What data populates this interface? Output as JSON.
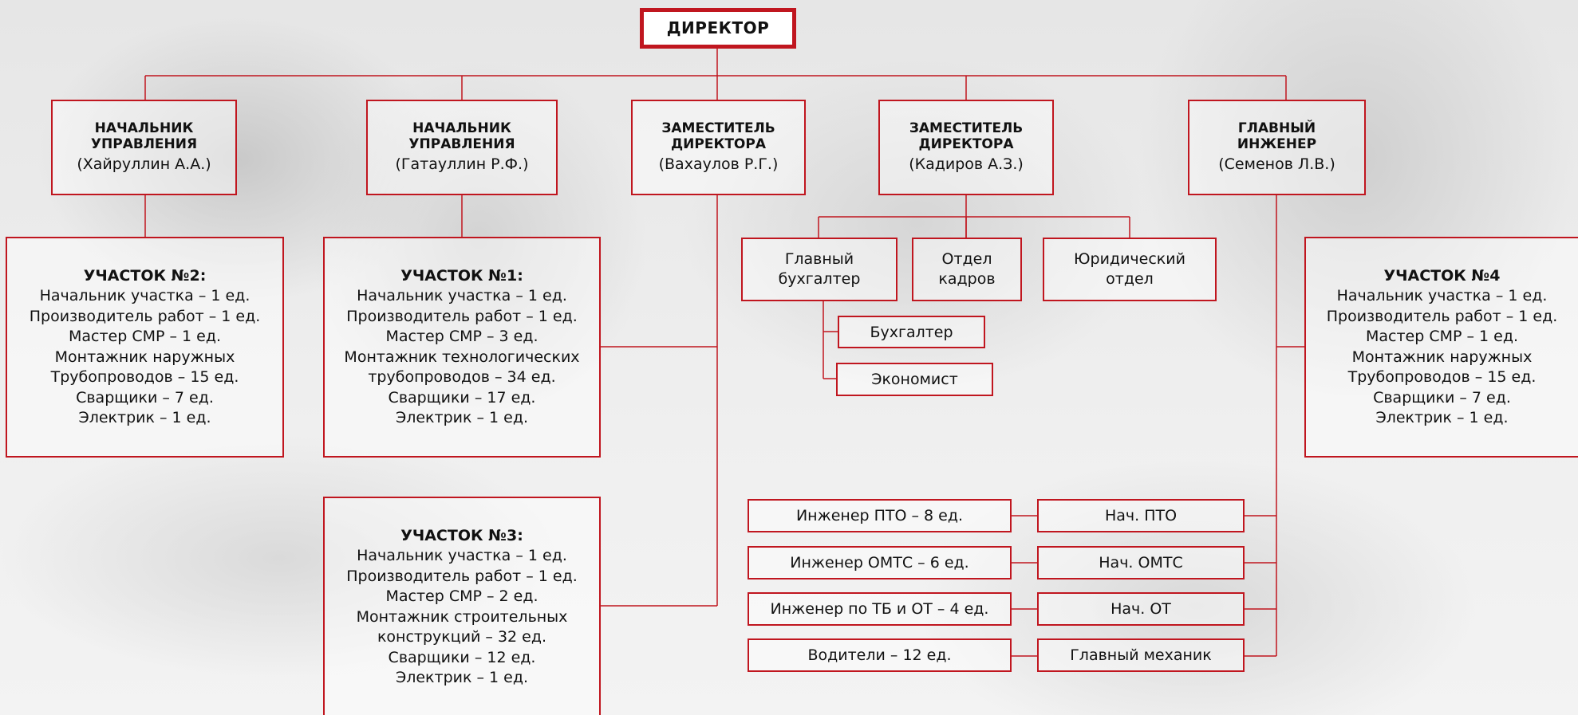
{
  "director": {
    "label": "ДИРЕКТОР"
  },
  "heads": {
    "head1": {
      "title1": "НАЧАЛЬНИК",
      "title2": "УПРАВЛЕНИЯ",
      "name": "(Хайруллин А.А.)"
    },
    "head2": {
      "title1": "НАЧАЛЬНИК",
      "title2": "УПРАВЛЕНИЯ",
      "name": "(Гатауллин Р.Ф.)"
    },
    "head3": {
      "title1": "ЗАМЕСТИТЕЛЬ",
      "title2": "ДИРЕКТОРА",
      "name": "(Вахаулов Р.Г.)"
    },
    "head4": {
      "title1": "ЗАМЕСТИТЕЛЬ",
      "title2": "ДИРЕКТОРА",
      "name": "(Кадиров А.З.)"
    },
    "head5": {
      "title1": "ГЛАВНЫЙ",
      "title2": "ИНЖЕНЕР",
      "name": "(Семенов Л.В.)"
    }
  },
  "sites": {
    "site2": {
      "title": "УЧАСТОК №2:",
      "lines": [
        "Начальник участка – 1 ед.",
        "Производитель работ – 1 ед.",
        "Мастер СМР – 1 ед.",
        "Монтажник наружных",
        "Трубопроводов – 15 ед.",
        "Сварщики – 7 ед.",
        "Электрик – 1 ед."
      ]
    },
    "site1": {
      "title": "УЧАСТОК №1:",
      "lines": [
        "Начальник участка – 1 ед.",
        "Производитель работ – 1 ед.",
        "Мастер СМР – 3 ед.",
        "Монтажник технологических",
        "трубопроводов – 34 ед.",
        "Сварщики – 17 ед.",
        "Электрик – 1 ед."
      ]
    },
    "site3": {
      "title": "УЧАСТОК №3:",
      "lines": [
        "Начальник участка – 1 ед.",
        "Производитель работ – 1 ед.",
        "Мастер СМР – 2 ед.",
        "Монтажник строительных",
        "конструкций – 32 ед.",
        "Сварщики – 12 ед.",
        "Электрик – 1 ед."
      ]
    },
    "site4": {
      "title": "УЧАСТОК №4",
      "lines": [
        "Начальник участка – 1 ед.",
        "Производитель работ – 1 ед.",
        "Мастер СМР – 1 ед.",
        "Монтажник наружных",
        "Трубопроводов – 15 ед.",
        "Сварщики – 7 ед.",
        "Электрик – 1 ед."
      ]
    }
  },
  "departments": {
    "chief_accountant": [
      "Главный",
      "бухгалтер"
    ],
    "hr": [
      "Отдел",
      "кадров"
    ],
    "legal": [
      "Юридический",
      "отдел"
    ],
    "accountant": "Бухгалтер",
    "economist": "Экономист"
  },
  "engineering": {
    "staff": [
      "Инженер ПТО – 8 ед.",
      "Инженер ОМТС – 6 ед.",
      "Инженер по ТБ и ОТ – 4 ед.",
      "Водители – 12 ед."
    ],
    "chiefs": [
      "Нач. ПТО",
      "Нач. ОМТС",
      "Нач. ОТ",
      "Главный механик"
    ]
  },
  "colors": {
    "accent": "#c0161f",
    "line": "#c0161f"
  }
}
